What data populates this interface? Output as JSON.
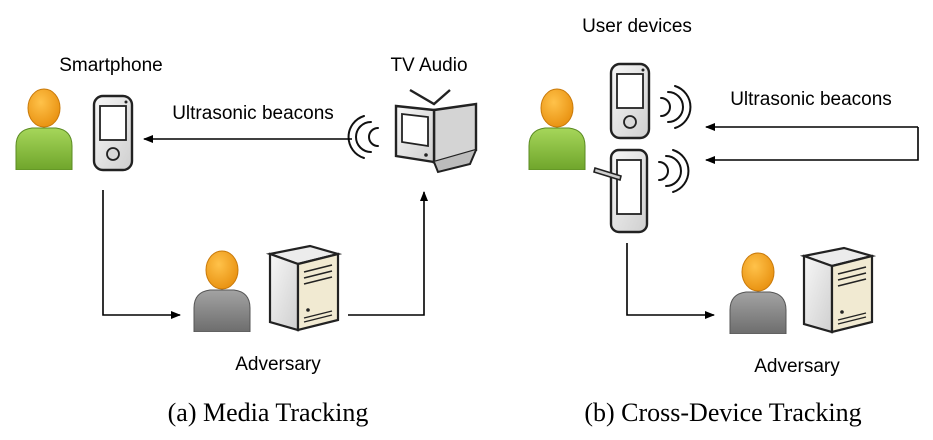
{
  "panel_a": {
    "smartphone_label": "Smartphone",
    "tv_label": "TV Audio",
    "beacon_label": "Ultrasonic beacons",
    "adversary_label": "Adversary",
    "caption": "(a)  Media Tracking"
  },
  "panel_b": {
    "devices_label": "User devices",
    "beacon_label": "Ultrasonic beacons",
    "adversary_label": "Adversary",
    "caption": "(b)  Cross-Device Tracking"
  },
  "colors": {
    "user_body": "#8cc43f",
    "user_head": "#f5a21b",
    "adversary_body": "#8a8a8a",
    "device": "#e6e6e6",
    "line": "#000000"
  },
  "icons": [
    "user-icon",
    "smartphone-icon",
    "tablet-icon",
    "tv-icon",
    "server-icon",
    "sound-waves-icon"
  ]
}
